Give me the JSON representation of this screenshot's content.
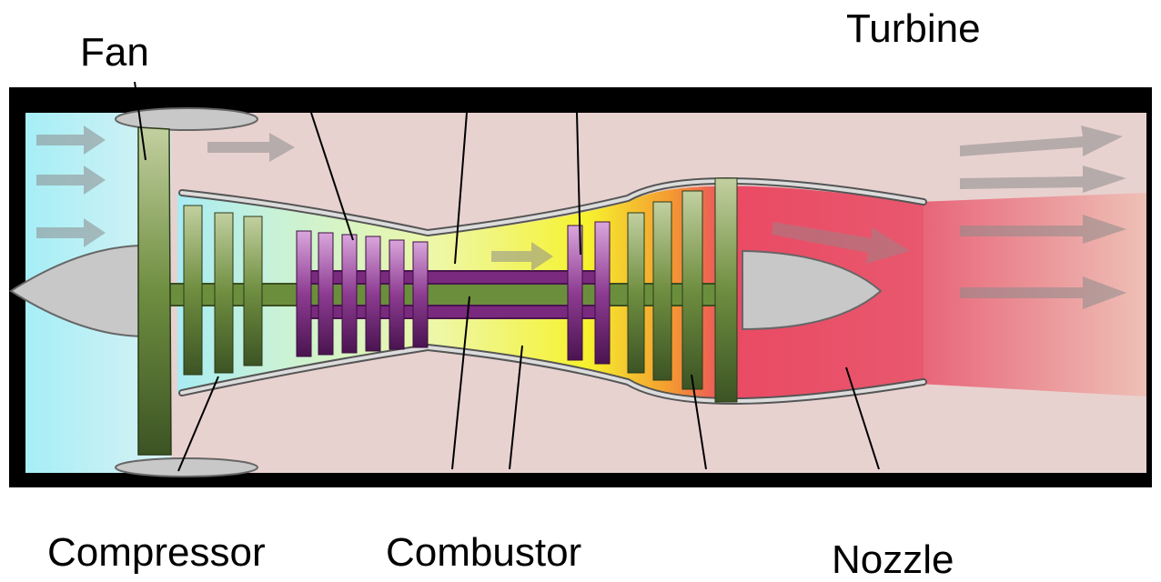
{
  "labels": {
    "fan": "Fan",
    "turbine": "Turbine",
    "compressor": "Compressor",
    "combustor": "Combustor",
    "nozzle": "Nozzle"
  },
  "colors": {
    "frame": "#000000",
    "bypass": "#e8d2d0",
    "inlet": "#b8ecf2",
    "hot_core": "#e84c6c",
    "combustor_yellow": "#f4f23a",
    "shaft_green": "#6b8e3c",
    "hp_purple": "#7a2a7e",
    "spinner": "#c8c8c8",
    "arrow": "#8c8c8c"
  }
}
